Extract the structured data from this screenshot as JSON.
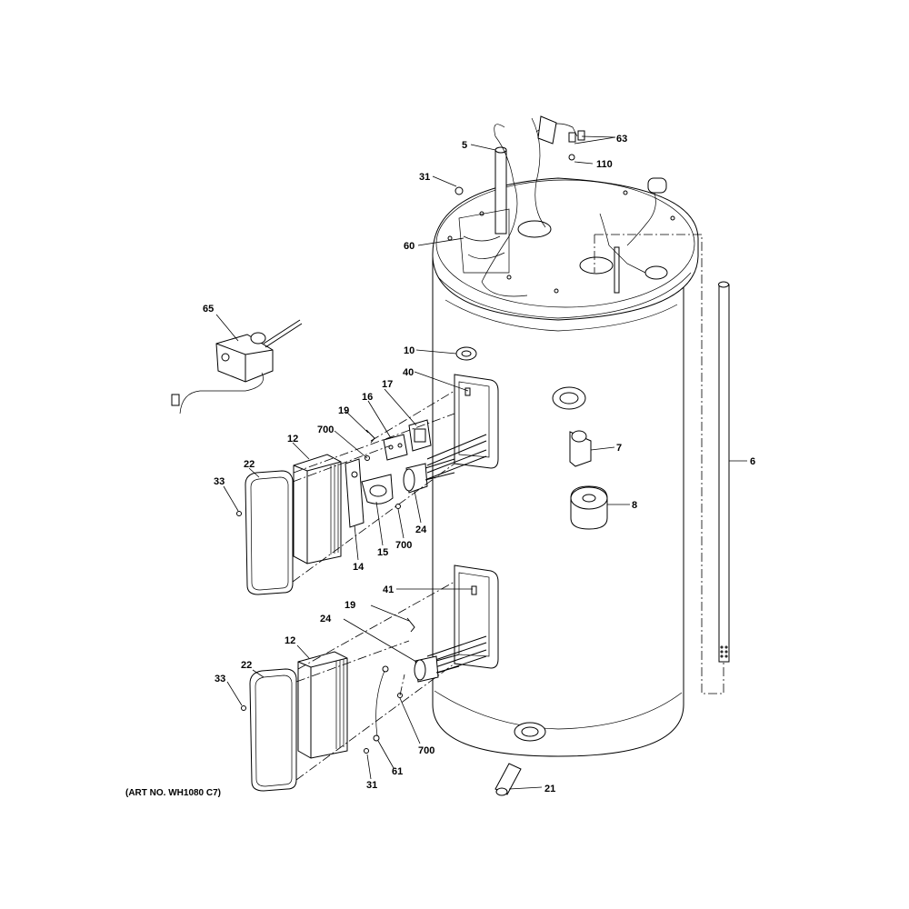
{
  "art_number": "(ART NO. WH1080 C7)",
  "callouts": {
    "c5": "5",
    "c63": "63",
    "c110": "110",
    "c31_top": "31",
    "c60": "60",
    "c65": "65",
    "c10": "10",
    "c40": "40",
    "c17": "17",
    "c16": "16",
    "c19_top": "19",
    "c700_upper_left": "700",
    "c12_upper": "12",
    "c22_upper": "22",
    "c33_upper": "33",
    "c14": "14",
    "c15": "15",
    "c700_upper_right": "700",
    "c24_upper": "24",
    "c7": "7",
    "c8": "8",
    "c6": "6",
    "c41": "41",
    "c19_lower": "19",
    "c24_lower": "24",
    "c12_lower": "12",
    "c22_lower": "22",
    "c33_lower": "33",
    "c700_lower": "700",
    "c31_lower": "31",
    "c61": "61",
    "c21": "21"
  }
}
